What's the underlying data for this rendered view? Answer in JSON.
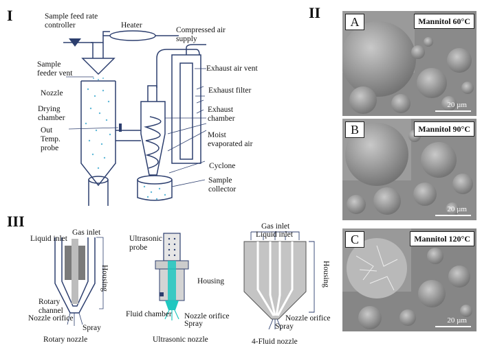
{
  "panel_i": {
    "roman": "I",
    "labels": {
      "sample_feed_rate_controller": "Sample feed rate controller",
      "heater": "Heater",
      "compressed_air_supply": "Compressed air supply",
      "sample_feeder_vent": "Sample feeder vent",
      "nozzle": "Nozzle",
      "drying_chamber": "Drying chamber",
      "out_temp_probe": "Out Temp. probe",
      "exhaust_air_vent": "Exhaust air vent",
      "exhaust_filter": "Exhaust filter",
      "exhaust_chamber": "Exhaust chamber",
      "moist_evaporated_air": "Moist evaporated air",
      "cyclone": "Cyclone",
      "sample_collector": "Sample collector"
    }
  },
  "panel_ii": {
    "roman": "II",
    "images": [
      {
        "letter": "A",
        "temp": "Mannitol 60°C",
        "scale": "20 µm"
      },
      {
        "letter": "B",
        "temp": "Mannitol 90°C",
        "scale": "20 µm"
      },
      {
        "letter": "C",
        "temp": "Mannitol 120°C",
        "scale": "20 µm"
      }
    ]
  },
  "panel_iii": {
    "roman": "III",
    "rotary": {
      "liquid_inlet": "Liquid inlet",
      "gas_inlet": "Gas inlet",
      "housing": "Housing",
      "rotary_channel": "Rotary channel",
      "nozzle_orifice": "Nozzle orifice",
      "spray": "Spray",
      "caption": "Rotary nozzle"
    },
    "ultrasonic": {
      "probe": "Ultrasonic probe",
      "housing": "Housing",
      "fluid_chamber": "Fluid chamber",
      "nozzle_orifice": "Nozzle orifice",
      "spray": "Spray",
      "caption": "Ultrasonic nozzle"
    },
    "four_fluid": {
      "gas_inlet": "Gas inlet",
      "liquid_inlet": "Liquid inlet",
      "housing": "Housing",
      "nozzle_orifice": "Nozzle orifice",
      "spray": "Spray",
      "caption": "4-Fluid nozzle"
    }
  },
  "colors": {
    "line": "#2c3e6e",
    "dots": "#5fb8d8",
    "teal": "#1fc7c0",
    "sem": "#8e8e8e"
  }
}
